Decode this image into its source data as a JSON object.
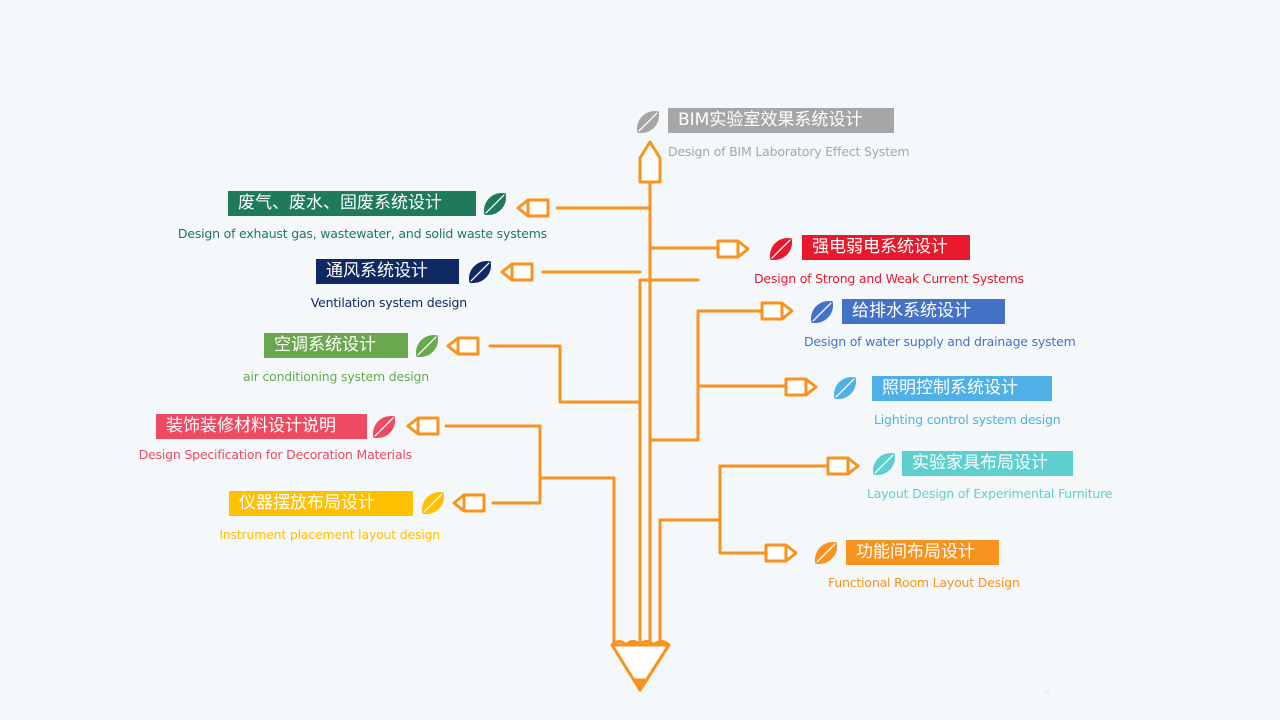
{
  "pencil_color": "#f7931e",
  "page_number": "2",
  "nodes": [
    {
      "id": "bim",
      "title": "BIM实验室效果系统设计",
      "subtitle": "Design of BIM Laboratory Effect System",
      "color": "#a6a6a6"
    },
    {
      "id": "exhaust",
      "title": "废气、废水、固废系统设计",
      "subtitle": "Design of exhaust gas, wastewater, and solid waste systems",
      "color": "#1e7a5a"
    },
    {
      "id": "ventilation",
      "title": "通风系统设计",
      "subtitle": "Ventilation system design",
      "color": "#0f2a63"
    },
    {
      "id": "aircon",
      "title": "空调系统设计",
      "subtitle": "air conditioning system design",
      "color": "#6aa84f"
    },
    {
      "id": "decoration",
      "title": "装饰装修材料设计说明",
      "subtitle": "Design Specification for Decoration Materials",
      "color": "#ee4a62"
    },
    {
      "id": "instrument",
      "title": "仪器摆放布局设计",
      "subtitle": "Instrument placement layout design",
      "color": "#ffc000"
    },
    {
      "id": "current",
      "title": "强电弱电系统设计",
      "subtitle": "Design of Strong and Weak Current Systems",
      "color": "#e8192c"
    },
    {
      "id": "water",
      "title": "给排水系统设计",
      "subtitle": "Design of water supply and drainage system",
      "color": "#4472c4"
    },
    {
      "id": "lighting",
      "title": "照明控制系统设计",
      "subtitle": "Lighting control system design",
      "color": "#4fb0e8"
    },
    {
      "id": "furniture",
      "title": "实验家具布局设计",
      "subtitle": "Layout Design of Experimental Furniture",
      "color": "#5ecfcf"
    },
    {
      "id": "room",
      "title": "功能间布局设计",
      "subtitle": "Functional Room Layout Design",
      "color": "#f7931e"
    }
  ]
}
